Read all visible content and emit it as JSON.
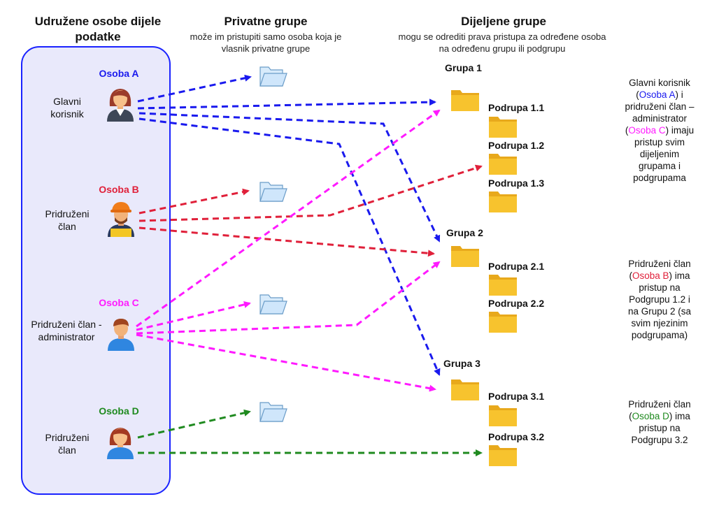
{
  "headers": {
    "persons": "Udružene osobe dijele podatke",
    "private_title": "Privatne grupe",
    "private_sub": "može im pristupiti samo osoba koja je vlasnik privatne grupe",
    "shared_title": "Dijeljene grupe",
    "shared_sub": "mogu se odrediti prava pristupa za određene osoba na određenu grupu ili podgrupu"
  },
  "persons": [
    {
      "name": "Osoba A",
      "role": "Glavni korisnik",
      "color": "#1a1aee",
      "avatar": "woman-avatar-icon"
    },
    {
      "name": "Osoba B",
      "role": "Pridruženi član",
      "color": "#e0203a",
      "avatar": "worker-avatar-icon"
    },
    {
      "name": "Osoba C",
      "role": "Pridruženi član - administrator",
      "color": "#ff1aff",
      "avatar": "man-avatar-icon"
    },
    {
      "name": "Osoba D",
      "role": "Pridruženi član",
      "color": "#1f8a1f",
      "avatar": "woman-avatar-icon"
    }
  ],
  "groups": [
    {
      "label": "Grupa 1",
      "subgroups": [
        "Podrupa 1.1",
        "Podrupa 1.2",
        "Podrupa 1.3"
      ]
    },
    {
      "label": "Grupa 2",
      "subgroups": [
        "Podrupa 2.1",
        "Podrupa 2.2"
      ]
    },
    {
      "label": "Grupa 3",
      "subgroups": [
        "Podrupa 3.1",
        "Podrupa 3.2"
      ]
    }
  ],
  "notes": {
    "n1": {
      "pre": "Glavni korisnik (",
      "a": "Osoba A",
      "mid": ") i pridruženi član – administrator (",
      "c": "Osoba C",
      "post": ") imaju pristup svim dijeljenim grupama i podgrupama"
    },
    "n2": {
      "pre": "Pridruženi član (",
      "b": "Osoba B",
      "post": ") ima pristup na Podgrupu 1.2 i na Grupu 2 (sa svim njezinim podgrupama)"
    },
    "n3": {
      "pre": "Pridruženi član (",
      "d": "Osoba D",
      "post": ") ima pristup na Podgrupu 3.2"
    }
  },
  "colors": {
    "person_a": "#1a1aee",
    "person_b": "#e0203a",
    "person_c": "#ff1aff",
    "person_d": "#1f8a1f",
    "panel_border": "#1a23ff",
    "panel_fill": "#e9e9fb",
    "folder_yellow": "#f7c32e",
    "folder_blue": "#cfe6fb"
  },
  "icons": {
    "private_folder": "open-folder-icon",
    "shared_folder": "folder-icon"
  }
}
